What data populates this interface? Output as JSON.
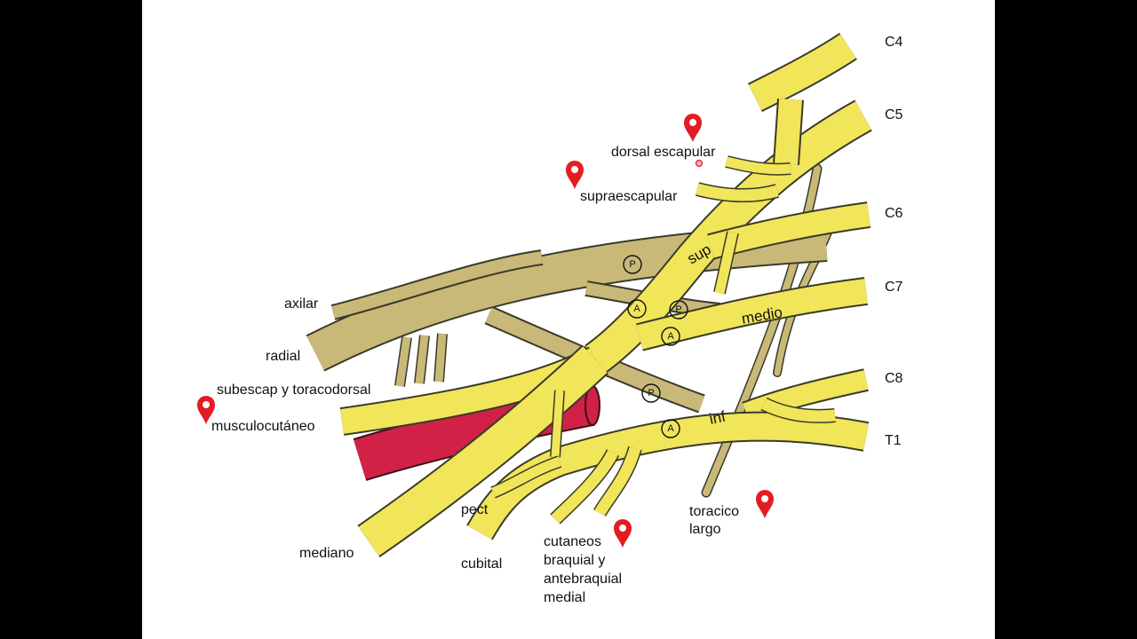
{
  "roots": [
    "C4",
    "C5",
    "C6",
    "C7",
    "C8",
    "T1"
  ],
  "trunks": {
    "superior": "sup",
    "middle": "medio",
    "inferior": "inf"
  },
  "division_markers": {
    "anterior": "A",
    "posterior": "P"
  },
  "nerves": {
    "dorsal_escapular": "dorsal escapular",
    "supraescapular": "supraescapular",
    "axilar": "axilar",
    "radial": "radial",
    "subescap": "subescap y toracodorsal",
    "musculocutaneo": "musculocutáneo",
    "pect": "pect",
    "mediano": "mediano",
    "cubital": "cubital",
    "cutaneos": [
      "cutaneos",
      "braquial y",
      "antebraquial",
      "medial"
    ],
    "toracico": [
      "toracico",
      "largo"
    ]
  },
  "colors": {
    "nerve": "#f1e55a",
    "posterior_cord": "#c9b978",
    "artery": "#d12146",
    "marker": "#e31c24",
    "outline": "#3a3a2a"
  },
  "icons": [
    "map-pin-icon"
  ]
}
